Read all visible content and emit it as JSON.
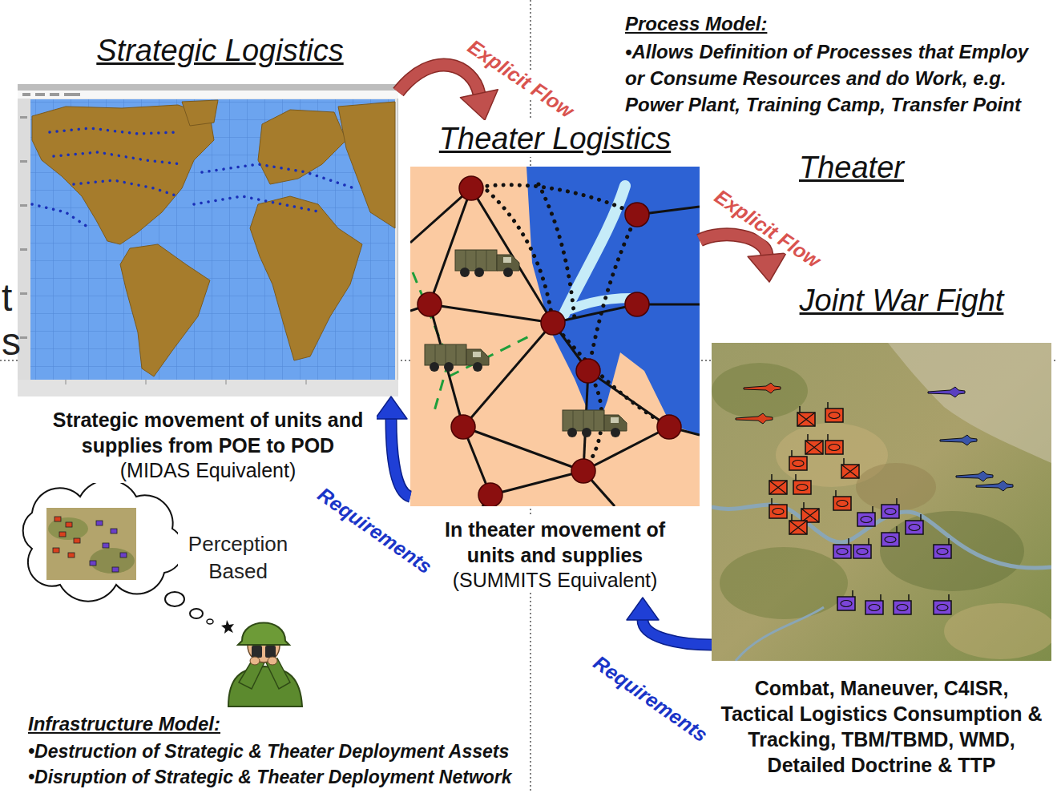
{
  "diagram": {
    "nodes": [
      {
        "text": [
          "Strategic Logistics",
          "Strategic movement of units and supplies from POE to POD",
          "(MIDAS Equivalent)"
        ]
      },
      {
        "text": [
          "Theater Logistics",
          "In theater movement of units and supplies",
          "(SUMMITS Equivalent)"
        ]
      },
      {
        "text": [
          "Joint War Fight",
          "Combat, Maneuver, C4ISR, Tactical Logistics Consumption & Tracking, TBM/TBMD, WMD, Detailed Doctrine & TTP"
        ]
      }
    ],
    "edges": [
      {
        "from": 0,
        "to": 1,
        "arrow": "to",
        "label": "Explicit Flow"
      },
      {
        "from": 1,
        "to": 2,
        "arrow": "to",
        "label": "Explicit Flow"
      },
      {
        "from": 1,
        "to": 0,
        "arrow": "to",
        "label": "Requirements"
      },
      {
        "from": 2,
        "to": 1,
        "arrow": "to",
        "label": "Requirements"
      }
    ],
    "labels": [
      "Process Model:",
      "•Allows Definition of Processes that Employ or Consume Resources and do Work, e.g. Power Plant, Training Camp, Transfer Point",
      "Theater",
      "t",
      "s",
      "Perception Based",
      "Infrastructure Model:",
      "•Destruction of Strategic & Theater Deployment Assets",
      "•Disruption of Strategic & Theater Deployment Network"
    ]
  }
}
